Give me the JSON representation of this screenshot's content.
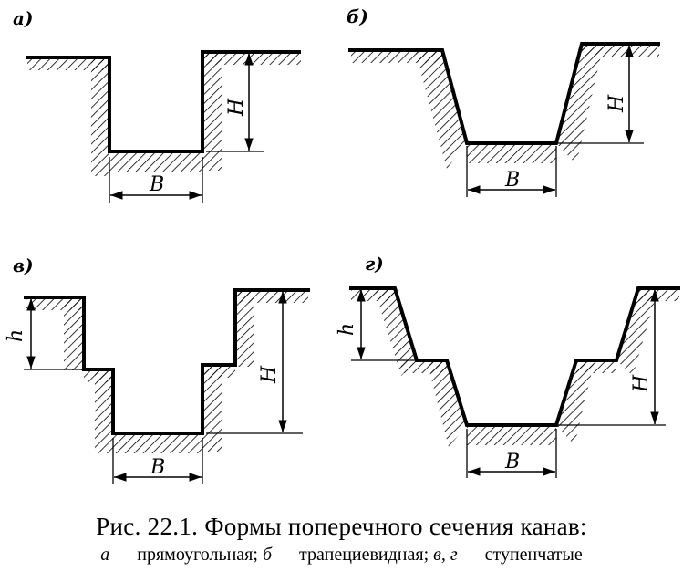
{
  "panels": [
    {
      "key": "a",
      "label": "а)",
      "width_label": "B",
      "depth_label": "H"
    },
    {
      "key": "b",
      "label": "б)",
      "width_label": "B",
      "depth_label": "H"
    },
    {
      "key": "v",
      "label": "в)",
      "width_label": "B",
      "depth_label": "H",
      "step_label": "h"
    },
    {
      "key": "g",
      "label": "г)",
      "width_label": "B",
      "depth_label": "H",
      "step_label": "h"
    }
  ],
  "caption": {
    "title": "Рис. 22.1. Формы поперечного сечения канав:",
    "legend": [
      {
        "letter": "а",
        "text": " — прямоугольная; "
      },
      {
        "letter": "б",
        "text": " — трапециевидная; "
      },
      {
        "letter": "в, г",
        "text": " — ступенчатые"
      }
    ]
  }
}
